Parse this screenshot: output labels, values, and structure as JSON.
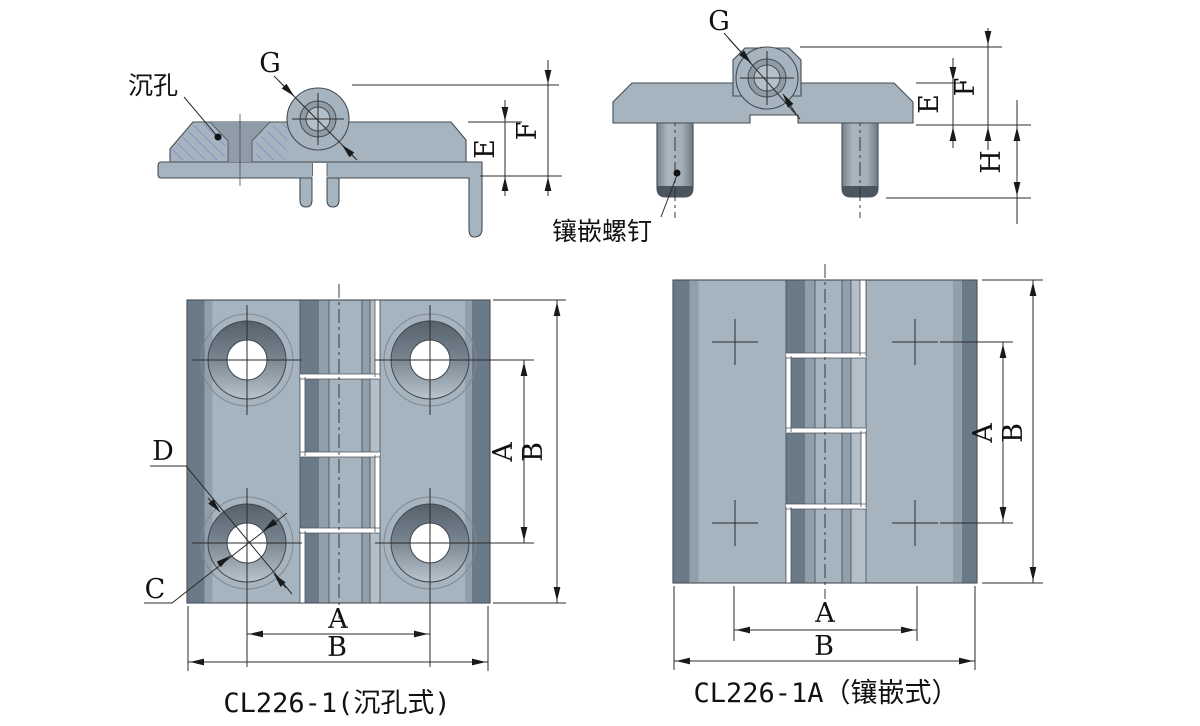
{
  "title": "CL226 hinge technical drawing",
  "colors": {
    "line": "#454c53",
    "dim": "#2b2b2b",
    "body": "#a6b4bf",
    "body_light": "#b3bfc9",
    "band_dark": "#6b7a87",
    "band_mid": "#919fab",
    "pin_ring": "#8e9ca8",
    "screw_dark": "#4b555f",
    "hatch": "#6274c9"
  },
  "side_countersunk": {
    "counterbore_label": "沉孔",
    "pin_label": "G",
    "dim_e": "E",
    "dim_f": "F"
  },
  "side_embedded": {
    "pin_label": "G",
    "screw_label": "镶嵌螺钉",
    "dim_e": "E",
    "dim_f": "F",
    "dim_h": "H"
  },
  "front_countersunk": {
    "caption": "CL226-1(沉孔式)",
    "dim_a_side": "A",
    "dim_b_side": "B",
    "dim_a_bottom": "A",
    "dim_b_bottom": "B",
    "dim_c": "C",
    "dim_d": "D"
  },
  "front_embedded": {
    "caption": "CL226-1A（镶嵌式）",
    "dim_a_side": "A",
    "dim_b_side": "B",
    "dim_a_bottom": "A",
    "dim_b_bottom": "B"
  }
}
